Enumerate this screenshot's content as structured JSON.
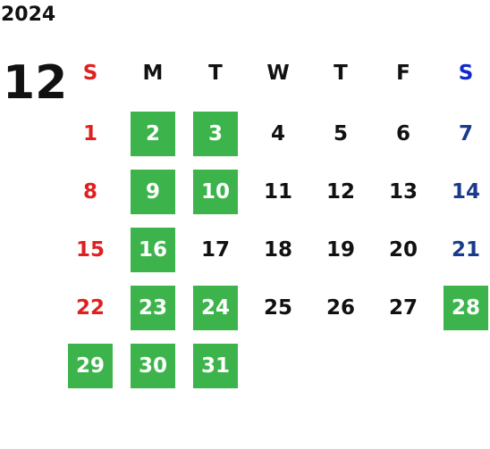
{
  "header": {
    "year": "2024",
    "month": "12"
  },
  "weekdays": [
    "S",
    "M",
    "T",
    "W",
    "T",
    "F",
    "S"
  ],
  "colors": {
    "sunday": "#e02020",
    "saturday_header": "#1028d0",
    "saturday": "#1a3a8c",
    "weekday": "#111111",
    "highlight_bg": "#3cb44b",
    "highlight_text": "#ffffff"
  },
  "weeks": [
    [
      {
        "day": "1",
        "highlight": false
      },
      {
        "day": "2",
        "highlight": true
      },
      {
        "day": "3",
        "highlight": true
      },
      {
        "day": "4",
        "highlight": false
      },
      {
        "day": "5",
        "highlight": false
      },
      {
        "day": "6",
        "highlight": false
      },
      {
        "day": "7",
        "highlight": false
      }
    ],
    [
      {
        "day": "8",
        "highlight": false
      },
      {
        "day": "9",
        "highlight": true
      },
      {
        "day": "10",
        "highlight": true
      },
      {
        "day": "11",
        "highlight": false
      },
      {
        "day": "12",
        "highlight": false
      },
      {
        "day": "13",
        "highlight": false
      },
      {
        "day": "14",
        "highlight": false
      }
    ],
    [
      {
        "day": "15",
        "highlight": false
      },
      {
        "day": "16",
        "highlight": true
      },
      {
        "day": "17",
        "highlight": false
      },
      {
        "day": "18",
        "highlight": false
      },
      {
        "day": "19",
        "highlight": false
      },
      {
        "day": "20",
        "highlight": false
      },
      {
        "day": "21",
        "highlight": false
      }
    ],
    [
      {
        "day": "22",
        "highlight": false
      },
      {
        "day": "23",
        "highlight": true
      },
      {
        "day": "24",
        "highlight": true
      },
      {
        "day": "25",
        "highlight": false
      },
      {
        "day": "26",
        "highlight": false
      },
      {
        "day": "27",
        "highlight": false
      },
      {
        "day": "28",
        "highlight": true
      }
    ],
    [
      {
        "day": "29",
        "highlight": true
      },
      {
        "day": "30",
        "highlight": true
      },
      {
        "day": "31",
        "highlight": true
      },
      null,
      null,
      null,
      null
    ]
  ]
}
